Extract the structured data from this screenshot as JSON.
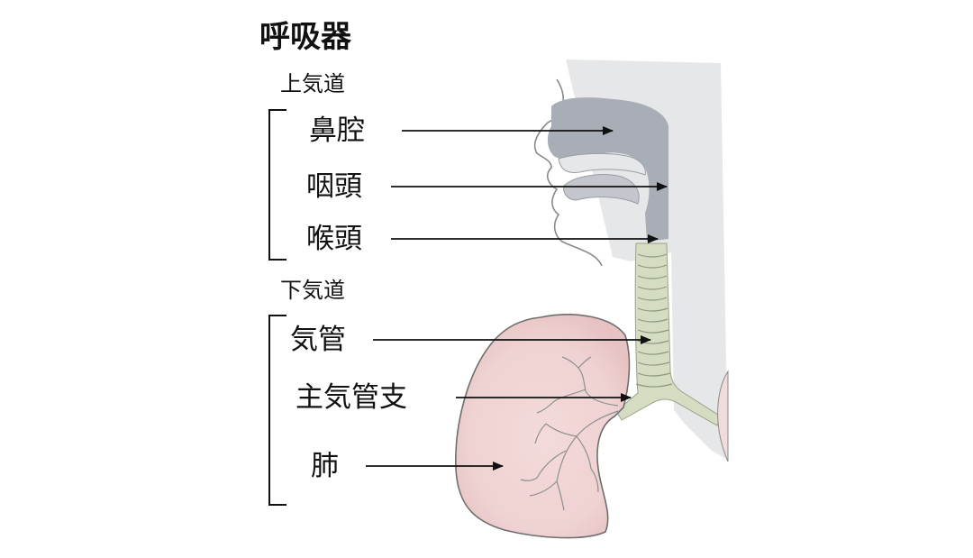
{
  "title": "呼吸器",
  "upper_airway": {
    "heading": "上気道",
    "items": [
      "鼻腔",
      "咽頭",
      "喉頭"
    ]
  },
  "lower_airway": {
    "heading": "下気道",
    "items": [
      "気管",
      "主気管支",
      "肺"
    ]
  },
  "colors": {
    "upper_tract_fill": "#a8adb6",
    "background_panel": "#e6e7e8",
    "trachea_fill": "#d4dcc2",
    "lung_fill": "#f0d4d4",
    "lung_outline": "#6e6e6e",
    "arrow": "#111111"
  }
}
